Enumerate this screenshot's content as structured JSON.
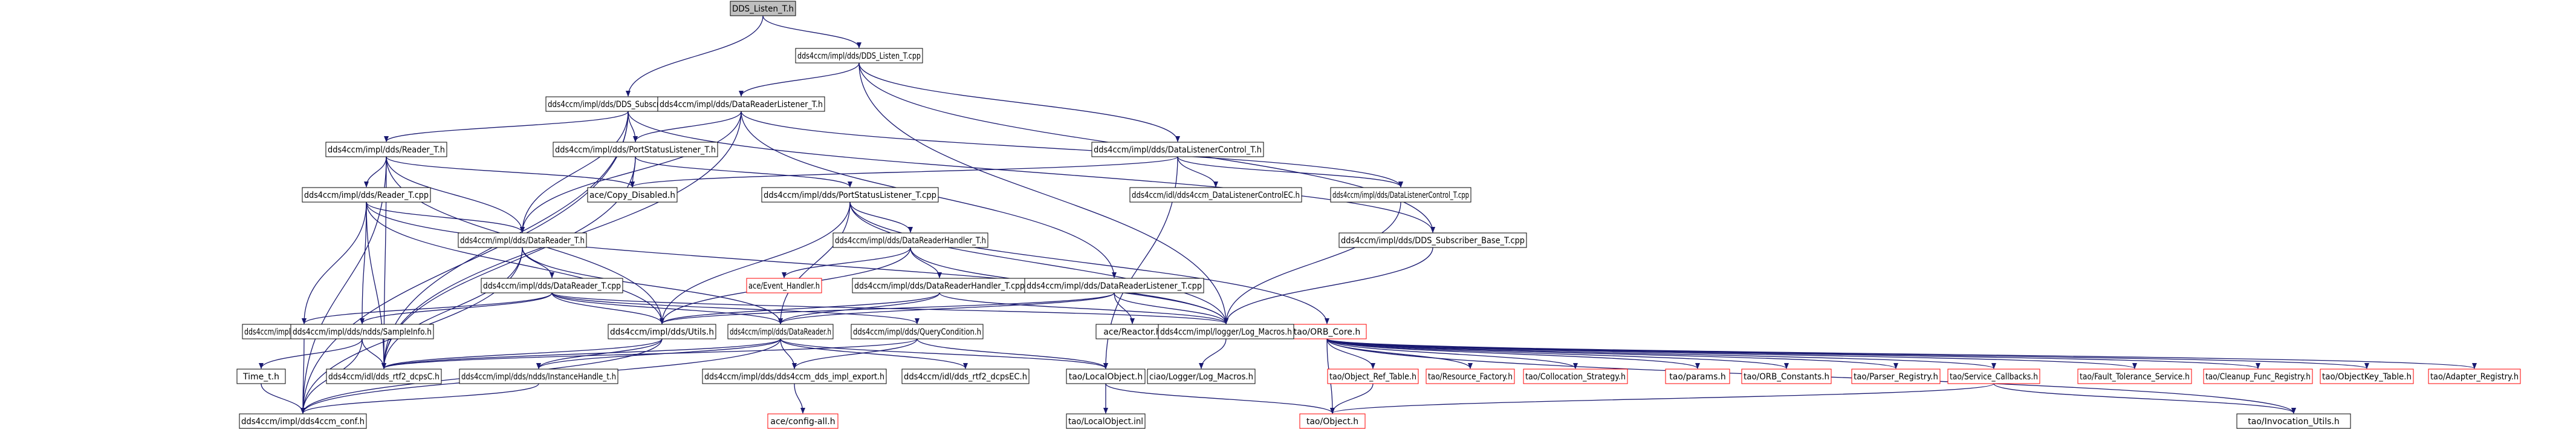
{
  "colors": {
    "edge": "#191970",
    "node_border": "#000000",
    "node_fill": "#ffffff",
    "root_fill": "#bfbfbf",
    "missing_border": "#ff0000"
  },
  "nodes": [
    {
      "id": "n0",
      "label": "DDS_Listen_T.h",
      "kind": "root"
    },
    {
      "id": "n1",
      "label": "dds4ccm/impl/dds/DDS_Listen_T.cpp",
      "kind": "file"
    },
    {
      "id": "n2",
      "label": "dds4ccm/impl/dds/DDS_Subscriber_Base_T.h",
      "kind": "file"
    },
    {
      "id": "n3",
      "label": "dds4ccm/impl/dds/DataReaderListener_T.h",
      "kind": "file"
    },
    {
      "id": "n4",
      "label": "dds4ccm/impl/dds/Reader_T.h",
      "kind": "file"
    },
    {
      "id": "n5",
      "label": "dds4ccm/impl/dds/PortStatusListener_T.h",
      "kind": "file"
    },
    {
      "id": "n6",
      "label": "dds4ccm/impl/dds/DataListenerControl_T.h",
      "kind": "file"
    },
    {
      "id": "n7",
      "label": "ace/Copy_Disabled.h",
      "kind": "file"
    },
    {
      "id": "n8",
      "label": "dds4ccm/impl/dds/Reader_T.cpp",
      "kind": "file"
    },
    {
      "id": "n9",
      "label": "dds4ccm/impl/dds/PortStatusListener_T.cpp",
      "kind": "file"
    },
    {
      "id": "n10",
      "label": "dds4ccm/idl/dds4ccm_DataListenerControlEC.h",
      "kind": "file"
    },
    {
      "id": "n11",
      "label": "dds4ccm/impl/dds/DataListenerControl_T.cpp",
      "kind": "file"
    },
    {
      "id": "n12",
      "label": "dds4ccm/impl/dds/DataReader_T.h",
      "kind": "file"
    },
    {
      "id": "n13",
      "label": "dds4ccm/impl/dds/DataReaderHandler_T.h",
      "kind": "file"
    },
    {
      "id": "n14",
      "label": "dds4ccm/impl/dds/DDS_Subscriber_Base_T.cpp",
      "kind": "file"
    },
    {
      "id": "n15",
      "label": "ace/Event_Handler.h",
      "kind": "missing"
    },
    {
      "id": "n16",
      "label": "dds4ccm/impl/dds/DataReader_T.cpp",
      "kind": "file"
    },
    {
      "id": "n17",
      "label": "dds4ccm/impl/dds/DataReaderHandler_T.cpp",
      "kind": "file"
    },
    {
      "id": "n18",
      "label": "dds4ccm/impl/dds/DataReaderListener_T.cpp",
      "kind": "file"
    },
    {
      "id": "n19",
      "label": "tao/ORB_Core.h",
      "kind": "missing"
    },
    {
      "id": "n20",
      "label": "dds4ccm/impl/dds/ndds/StringSeq.h",
      "kind": "file"
    },
    {
      "id": "n21",
      "label": "dds4ccm/impl/dds/ndds/SampleInfo.h",
      "kind": "file"
    },
    {
      "id": "n22",
      "label": "dds4ccm/impl/dds/Utils.h",
      "kind": "file"
    },
    {
      "id": "n23",
      "label": "dds4ccm/impl/dds/DataReader.h",
      "kind": "file"
    },
    {
      "id": "n24",
      "label": "dds4ccm/impl/dds/QueryCondition.h",
      "kind": "file"
    },
    {
      "id": "n25",
      "label": "ace/Reactor.h",
      "kind": "file"
    },
    {
      "id": "n26",
      "label": "dds4ccm/impl/logger/Log_Macros.h",
      "kind": "file"
    },
    {
      "id": "n27",
      "label": "Time_t.h",
      "kind": "file"
    },
    {
      "id": "n28",
      "label": "dds4ccm/idl/dds_rtf2_dcpsC.h",
      "kind": "file"
    },
    {
      "id": "n29",
      "label": "dds4ccm/impl/dds/ndds/InstanceHandle_t.h",
      "kind": "file"
    },
    {
      "id": "n30",
      "label": "dds4ccm/impl/dds/dds4ccm_dds_impl_export.h",
      "kind": "file"
    },
    {
      "id": "n31",
      "label": "dds4ccm/idl/dds_rtf2_dcpsEC.h",
      "kind": "file"
    },
    {
      "id": "n32",
      "label": "tao/LocalObject.h",
      "kind": "file"
    },
    {
      "id": "n33",
      "label": "ciao/Logger/Log_Macros.h",
      "kind": "file"
    },
    {
      "id": "n34",
      "label": "dds4ccm/impl/dds4ccm_conf.h",
      "kind": "file"
    },
    {
      "id": "n35",
      "label": "ace/config-all.h",
      "kind": "missing"
    },
    {
      "id": "n36",
      "label": "tao/LocalObject.inl",
      "kind": "file"
    },
    {
      "id": "n37",
      "label": "tao/Object_Ref_Table.h",
      "kind": "missing"
    },
    {
      "id": "n38",
      "label": "tao/Resource_Factory.h",
      "kind": "missing"
    },
    {
      "id": "n39",
      "label": "tao/Collocation_Strategy.h",
      "kind": "missing"
    },
    {
      "id": "n40",
      "label": "tao/params.h",
      "kind": "missing"
    },
    {
      "id": "n41",
      "label": "tao/ORB_Constants.h",
      "kind": "missing"
    },
    {
      "id": "n42",
      "label": "tao/Parser_Registry.h",
      "kind": "missing"
    },
    {
      "id": "n43",
      "label": "tao/Service_Callbacks.h",
      "kind": "missing"
    },
    {
      "id": "n44",
      "label": "tao/Fault_Tolerance_Service.h",
      "kind": "missing"
    },
    {
      "id": "n45",
      "label": "tao/Cleanup_Func_Registry.h",
      "kind": "missing"
    },
    {
      "id": "n46",
      "label": "tao/ObjectKey_Table.h",
      "kind": "missing"
    },
    {
      "id": "n47",
      "label": "tao/Adapter_Registry.h",
      "kind": "missing"
    },
    {
      "id": "n48",
      "label": "tao/Object.h",
      "kind": "missing"
    },
    {
      "id": "n49",
      "label": "tao/Invocation_Utils.h",
      "kind": "file"
    }
  ],
  "edges": [
    [
      "n0",
      "n1"
    ],
    [
      "n0",
      "n2"
    ],
    [
      "n1",
      "n3"
    ],
    [
      "n1",
      "n6"
    ],
    [
      "n1",
      "n26"
    ],
    [
      "n1",
      "n14"
    ],
    [
      "n2",
      "n4"
    ],
    [
      "n2",
      "n5"
    ],
    [
      "n2",
      "n12"
    ],
    [
      "n2",
      "n28"
    ],
    [
      "n2",
      "n34"
    ],
    [
      "n2",
      "n14"
    ],
    [
      "n3",
      "n5"
    ],
    [
      "n3",
      "n12"
    ],
    [
      "n3",
      "n18"
    ],
    [
      "n3",
      "n11"
    ],
    [
      "n3",
      "n28"
    ],
    [
      "n4",
      "n7"
    ],
    [
      "n4",
      "n8"
    ],
    [
      "n4",
      "n12"
    ],
    [
      "n4",
      "n28"
    ],
    [
      "n4",
      "n22"
    ],
    [
      "n4",
      "n34"
    ],
    [
      "n5",
      "n7"
    ],
    [
      "n5",
      "n9"
    ],
    [
      "n5",
      "n28"
    ],
    [
      "n6",
      "n7"
    ],
    [
      "n6",
      "n10"
    ],
    [
      "n6",
      "n11"
    ],
    [
      "n6",
      "n32"
    ],
    [
      "n8",
      "n12"
    ],
    [
      "n8",
      "n20"
    ],
    [
      "n8",
      "n21"
    ],
    [
      "n8",
      "n22"
    ],
    [
      "n8",
      "n26"
    ],
    [
      "n8",
      "n28"
    ],
    [
      "n9",
      "n13"
    ],
    [
      "n9",
      "n22"
    ],
    [
      "n9",
      "n23"
    ],
    [
      "n9",
      "n26"
    ],
    [
      "n9",
      "n19"
    ],
    [
      "n11",
      "n26"
    ],
    [
      "n12",
      "n16"
    ],
    [
      "n12",
      "n23"
    ],
    [
      "n12",
      "n28"
    ],
    [
      "n12",
      "n34"
    ],
    [
      "n13",
      "n15"
    ],
    [
      "n13",
      "n17"
    ],
    [
      "n13",
      "n26"
    ],
    [
      "n13",
      "n22"
    ],
    [
      "n14",
      "n26"
    ],
    [
      "n16",
      "n20"
    ],
    [
      "n16",
      "n21"
    ],
    [
      "n16",
      "n22"
    ],
    [
      "n16",
      "n23"
    ],
    [
      "n16",
      "n24"
    ],
    [
      "n16",
      "n26"
    ],
    [
      "n17",
      "n22"
    ],
    [
      "n17",
      "n23"
    ],
    [
      "n17",
      "n26"
    ],
    [
      "n18",
      "n22"
    ],
    [
      "n18",
      "n23"
    ],
    [
      "n18",
      "n25"
    ],
    [
      "n18",
      "n26"
    ],
    [
      "n19",
      "n37"
    ],
    [
      "n19",
      "n38"
    ],
    [
      "n19",
      "n39"
    ],
    [
      "n19",
      "n40"
    ],
    [
      "n19",
      "n41"
    ],
    [
      "n19",
      "n42"
    ],
    [
      "n19",
      "n43"
    ],
    [
      "n19",
      "n44"
    ],
    [
      "n19",
      "n45"
    ],
    [
      "n19",
      "n46"
    ],
    [
      "n19",
      "n47"
    ],
    [
      "n19",
      "n48"
    ],
    [
      "n19",
      "n49"
    ],
    [
      "n20",
      "n34"
    ],
    [
      "n21",
      "n27"
    ],
    [
      "n21",
      "n28"
    ],
    [
      "n21",
      "n34"
    ],
    [
      "n22",
      "n28"
    ],
    [
      "n22",
      "n34"
    ],
    [
      "n22",
      "n29"
    ],
    [
      "n23",
      "n28"
    ],
    [
      "n23",
      "n29"
    ],
    [
      "n23",
      "n30"
    ],
    [
      "n23",
      "n31"
    ],
    [
      "n23",
      "n32"
    ],
    [
      "n23",
      "n34"
    ],
    [
      "n24",
      "n28"
    ],
    [
      "n24",
      "n30"
    ],
    [
      "n24",
      "n32"
    ],
    [
      "n26",
      "n33"
    ],
    [
      "n27",
      "n34"
    ],
    [
      "n29",
      "n34"
    ],
    [
      "n30",
      "n35"
    ],
    [
      "n32",
      "n36"
    ],
    [
      "n32",
      "n48"
    ],
    [
      "n43",
      "n48"
    ],
    [
      "n43",
      "n49"
    ],
    [
      "n37",
      "n48"
    ]
  ]
}
